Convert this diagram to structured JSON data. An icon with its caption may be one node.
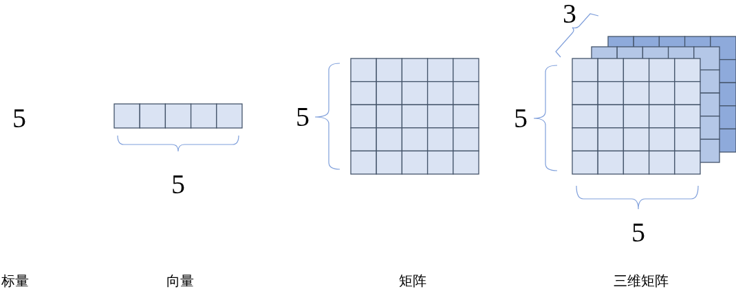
{
  "diagram": {
    "labels": [
      "3",
      "5",
      "5",
      "5",
      "5",
      "5",
      "标量",
      "向量",
      "矩阵",
      "三维矩阵"
    ]
  }
}
